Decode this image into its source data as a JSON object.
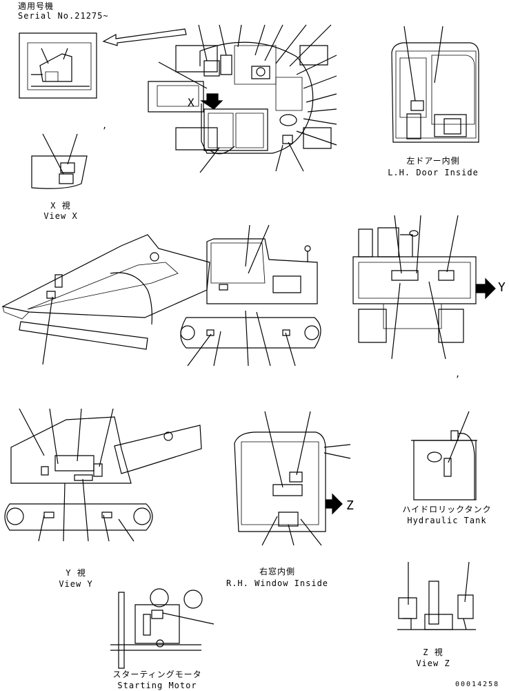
{
  "header": {
    "applicable_model_jp": "適用号機",
    "serial": "Serial No.21275~"
  },
  "views": {
    "view_x": {
      "jp": "X 視",
      "en": "View X",
      "marker": "X"
    },
    "lh_door": {
      "jp": "左ドアー内側",
      "en": "L.H. Door Inside"
    },
    "view_y": {
      "jp": "Y 視",
      "en": "View Y",
      "marker": "Y"
    },
    "rh_window": {
      "jp": "右窓内側",
      "en": "R.H. Window Inside",
      "marker": "Z"
    },
    "hydraulic_tank": {
      "jp": "ハイドロリックタンク",
      "en": "Hydraulic Tank"
    },
    "starting_motor": {
      "jp": "スターティングモータ",
      "en": "Starting Motor"
    },
    "view_z": {
      "jp": "Z 視",
      "en": "View Z"
    }
  },
  "part_number": "00014258"
}
